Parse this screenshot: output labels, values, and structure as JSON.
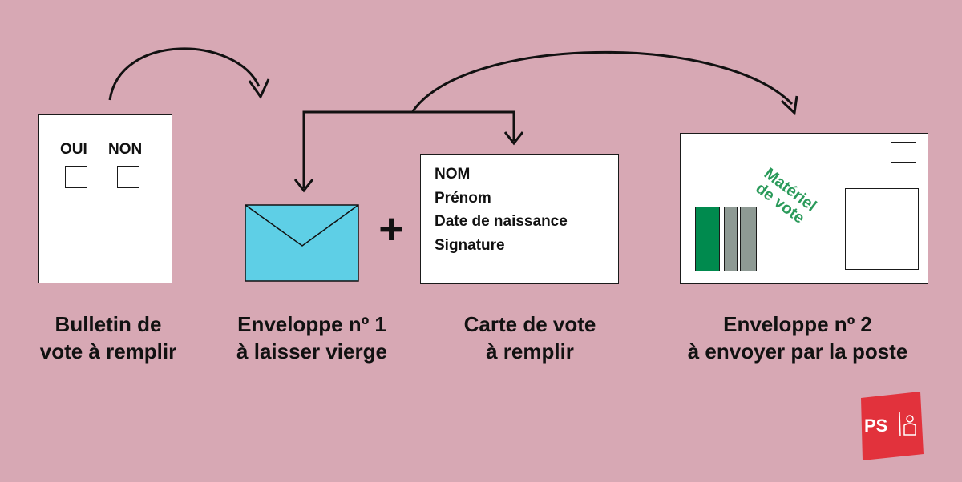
{
  "ballot": {
    "options": [
      "OUI",
      "NON"
    ],
    "caption": [
      "Bulletin de",
      "vote à remplir"
    ]
  },
  "envelope1": {
    "caption": [
      "Enveloppe nº 1",
      "à laisser vierge"
    ],
    "color": "#5ecfe6"
  },
  "plus_sign": "+",
  "votecard": {
    "fields": [
      "NOM",
      "Prénom",
      "Date de naissance",
      "Signature"
    ],
    "caption": [
      "Carte de vote",
      "à remplir"
    ]
  },
  "envelope2": {
    "stamp_text": [
      "Matériel",
      "de vote"
    ],
    "caption": [
      "Enveloppe nº 2",
      "à envoyer par la poste"
    ],
    "bar_colors": [
      "#008a4e",
      "#8e9a94",
      "#8e9a94"
    ]
  },
  "logo": {
    "text": "PS",
    "color": "#e2323c"
  },
  "colors": {
    "background": "#d7a8b4",
    "stamp_green": "#2a9a5a"
  }
}
